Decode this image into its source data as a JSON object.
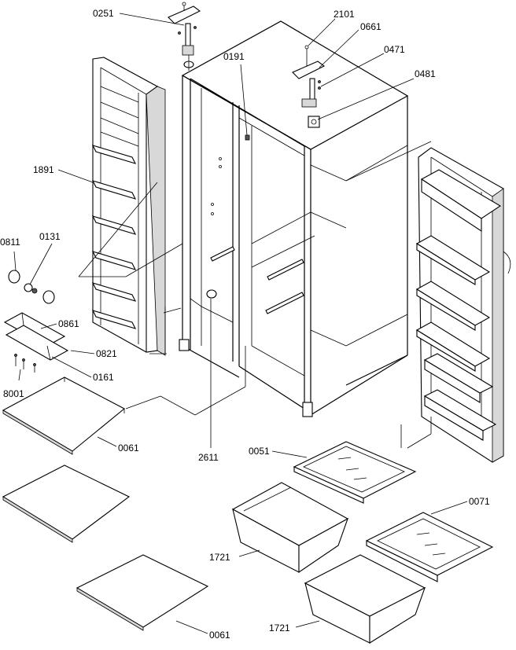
{
  "labels": {
    "p0251": "0251",
    "p2101": "2101",
    "p0661": "0661",
    "p0471": "0471",
    "p0481": "0481",
    "p0191": "0191",
    "p1891": "1891",
    "p0811": "0811",
    "p0131": "0131",
    "p0861": "0861",
    "p0821": "0821",
    "p0161": "0161",
    "p8001": "8001",
    "p0061a": "0061",
    "p2611": "2611",
    "p0051": "0051",
    "p0071": "0071",
    "p1721a": "1721",
    "p1721b": "1721",
    "p0061b": "0061"
  }
}
